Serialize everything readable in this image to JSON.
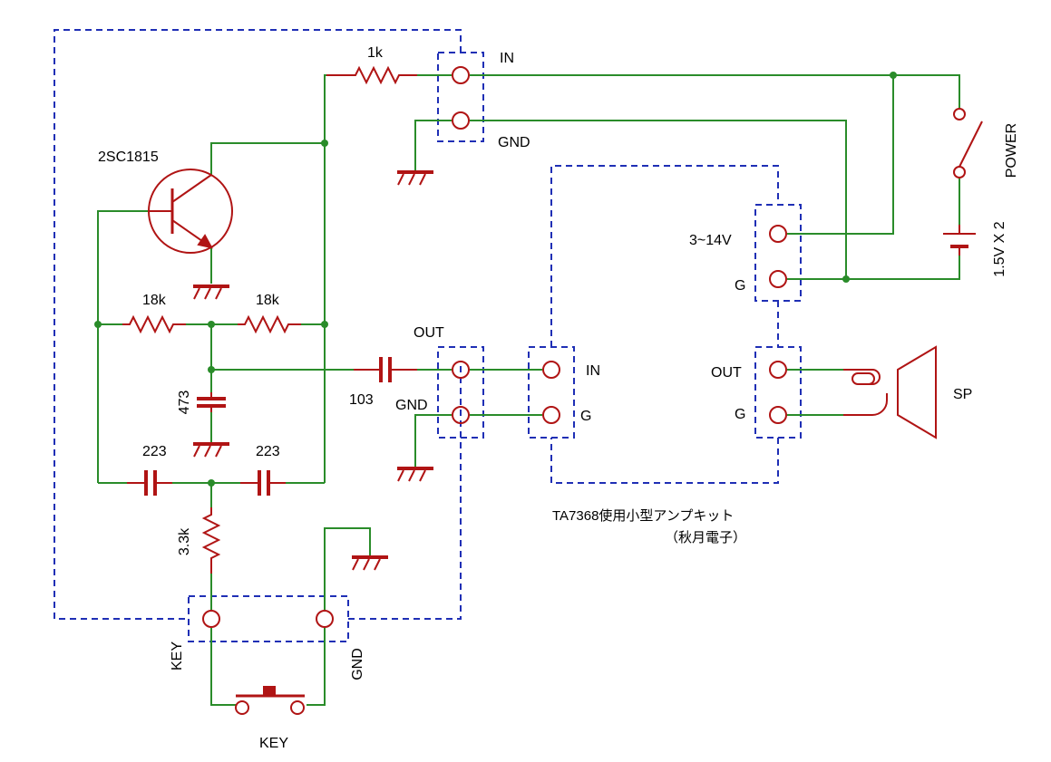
{
  "colors": {
    "wire": "#2a8c2a",
    "part": "#b01414",
    "box": "#1f2fb5",
    "text": "#000000"
  },
  "labels": {
    "r_1k": "1k",
    "in_top": "IN",
    "gnd_top": "GND",
    "transistor": "2SC1815",
    "r_18k_left": "18k",
    "r_18k_right": "18k",
    "c_473": "473",
    "c_103": "103",
    "c_223_left": "223",
    "c_223_right": "223",
    "r_3k3": "3.3k",
    "out_osc": "OUT",
    "gnd_osc": "GND",
    "amp_in": "IN",
    "amp_g_in": "G",
    "amp_vcc": "3~14V",
    "amp_g_pwr": "G",
    "amp_out": "OUT",
    "amp_g_out": "G",
    "sp": "SP",
    "power": "POWER",
    "battery": "1.5V X 2",
    "key_left": "KEY",
    "gnd_key": "GND",
    "key_switch": "KEY",
    "amp_kit_line1": "TA7368使用小型アンプキット",
    "amp_kit_line2": "（秋月電子）"
  }
}
